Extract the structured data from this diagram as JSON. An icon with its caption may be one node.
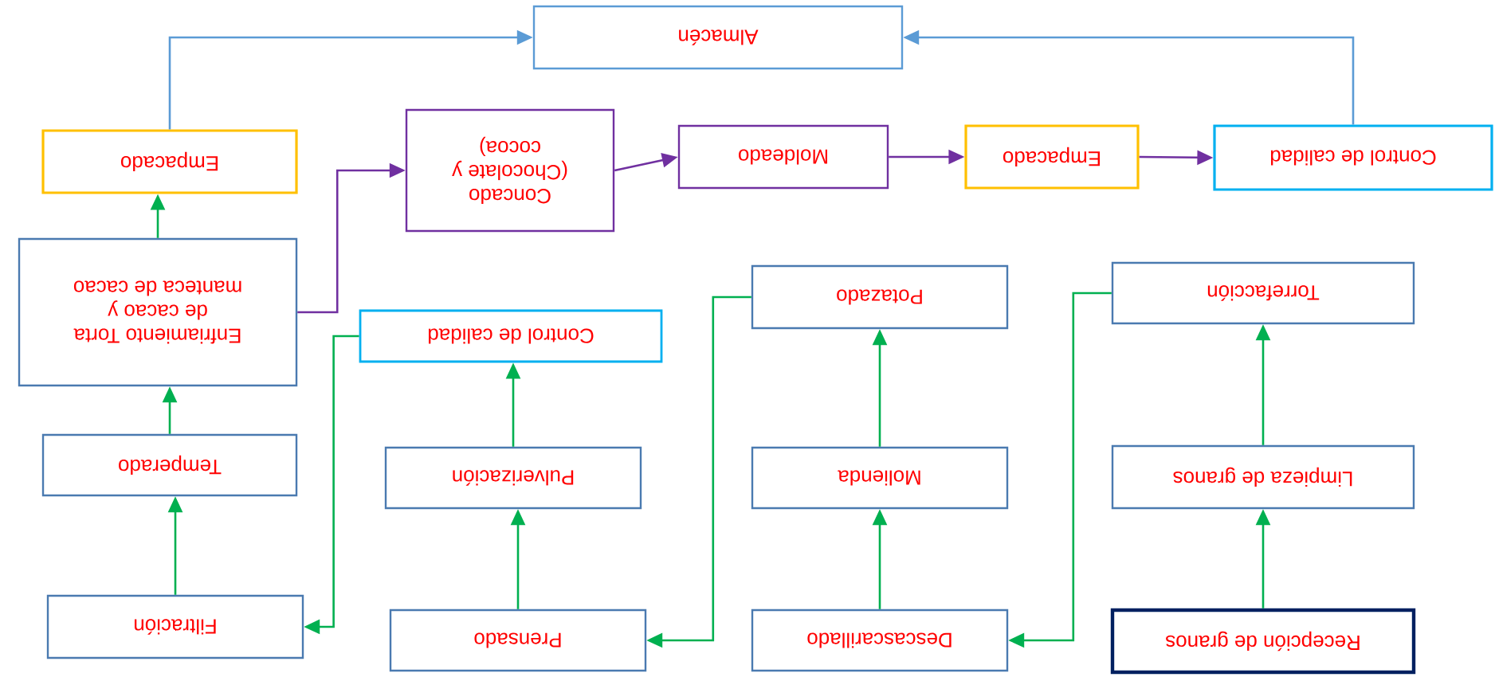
{
  "diagram": {
    "nodes": [
      {
        "text": [
          "Recepción de granos"
        ]
      },
      {
        "text": [
          "Limpieza de granos"
        ]
      },
      {
        "text": [
          "Torrefacción"
        ]
      },
      {
        "text": [
          "Descascarillado"
        ]
      },
      {
        "text": [
          "Molienda"
        ]
      },
      {
        "text": [
          "Potazado"
        ]
      },
      {
        "text": [
          "Prensado"
        ]
      },
      {
        "text": [
          "Pulverización"
        ]
      },
      {
        "text": [
          "Control de calidad"
        ]
      },
      {
        "text": [
          "Filtración"
        ]
      },
      {
        "text": [
          "Temperado"
        ]
      },
      {
        "text": [
          "Enfriamiento Torta de cacao y manteca de cacao"
        ]
      },
      {
        "text": [
          "Empacado"
        ]
      },
      {
        "text": [
          "Concado (Chocolate y cocoa)"
        ]
      },
      {
        "text": [
          "Moldeado"
        ]
      },
      {
        "text": [
          "Empacado"
        ]
      },
      {
        "text": [
          "Control de calidad"
        ]
      },
      {
        "text": [
          "Almacén"
        ]
      }
    ],
    "edges": [
      {
        "from": 0,
        "to": 1,
        "arrow": "to"
      },
      {
        "from": 1,
        "to": 2,
        "arrow": "to"
      },
      {
        "from": 2,
        "to": 3,
        "arrow": "to"
      },
      {
        "from": 3,
        "to": 4,
        "arrow": "to"
      },
      {
        "from": 4,
        "to": 5,
        "arrow": "to"
      },
      {
        "from": 5,
        "to": 6,
        "arrow": "to"
      },
      {
        "from": 6,
        "to": 7,
        "arrow": "to"
      },
      {
        "from": 7,
        "to": 8,
        "arrow": "to"
      },
      {
        "from": 8,
        "to": 9,
        "arrow": "to"
      },
      {
        "from": 9,
        "to": 10,
        "arrow": "to"
      },
      {
        "from": 10,
        "to": 11,
        "arrow": "to"
      },
      {
        "from": 11,
        "to": 12,
        "arrow": "to"
      },
      {
        "from": 11,
        "to": 13,
        "arrow": "to",
        "color": "#7030a0"
      },
      {
        "from": 13,
        "to": 14,
        "arrow": "to",
        "color": "#7030a0"
      },
      {
        "from": 14,
        "to": 15,
        "arrow": "to",
        "color": "#7030a0"
      },
      {
        "from": 15,
        "to": 16,
        "arrow": "to",
        "color": "#7030a0"
      },
      {
        "from": 16,
        "to": 17,
        "arrow": "to",
        "color": "#5b9bd5"
      },
      {
        "from": 12,
        "to": 17,
        "arrow": "to",
        "color": "#5b9bd5"
      }
    ]
  }
}
